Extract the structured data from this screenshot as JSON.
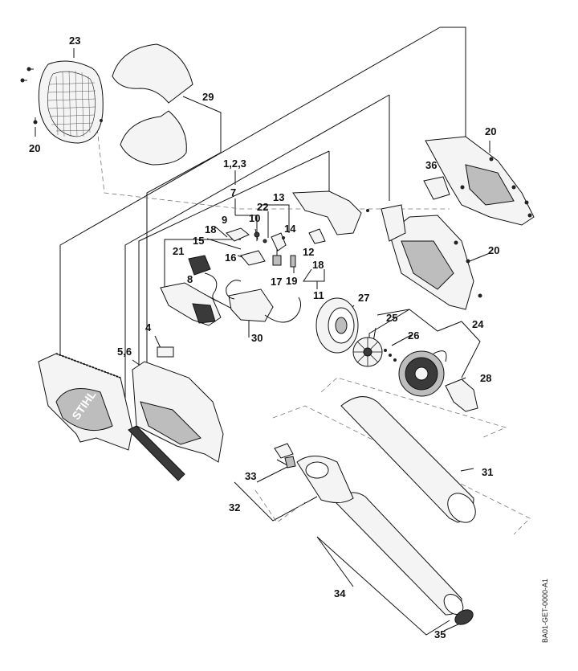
{
  "diagram": {
    "labels": {
      "p20a": "20",
      "p20b": "20",
      "p20c": "20",
      "p23": "23",
      "p29": "29",
      "p123": "1,2,3",
      "p7": "7",
      "p9": "9",
      "p22": "22",
      "p10": "10",
      "p13": "13",
      "p14": "14",
      "p18a": "18",
      "p15": "15",
      "p12": "12",
      "p18b": "18",
      "p21": "21",
      "p16": "16",
      "p17": "17",
      "p19": "19",
      "p8": "8",
      "p11": "11",
      "p36": "36",
      "p27": "27",
      "p25": "25",
      "p24": "24",
      "p26": "26",
      "p30": "30",
      "p4": "4",
      "p56": "5,6",
      "p28": "28",
      "p31": "31",
      "p33": "33",
      "p32": "32",
      "p34": "34",
      "p35": "35"
    },
    "brand_text": "STIHL",
    "drawing_code": "BA01-GET-0000-A1"
  }
}
